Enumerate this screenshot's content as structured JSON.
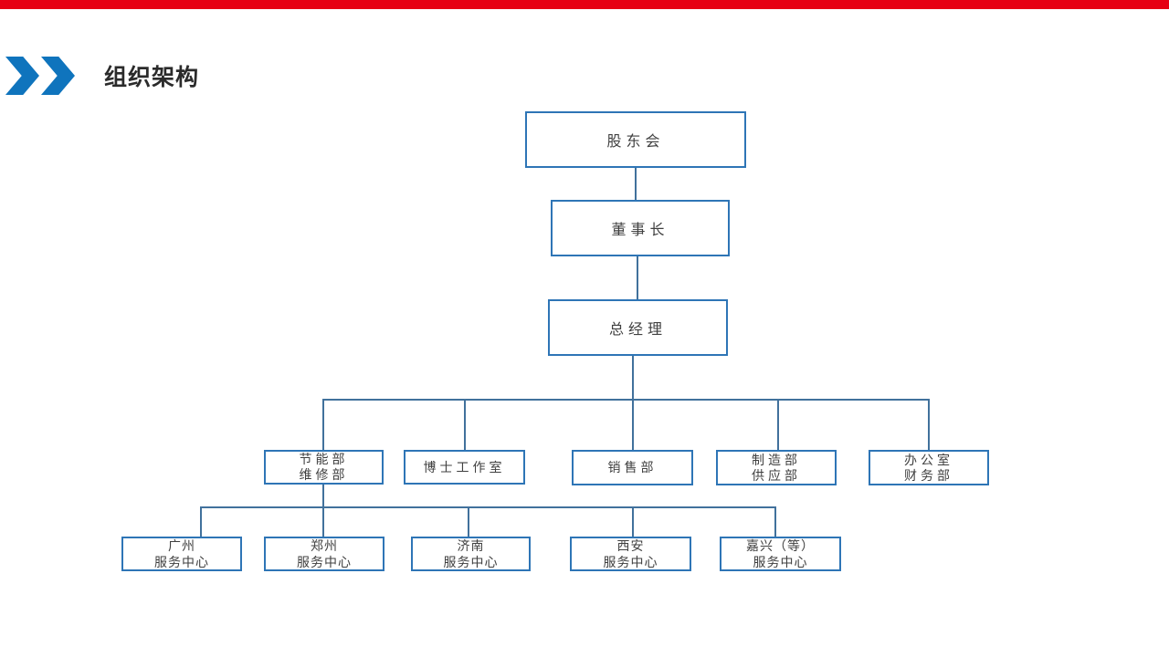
{
  "header": {
    "title": "组织架构",
    "accent_bar_color": "#e60012",
    "chevron_color": "#0f74bd",
    "title_color": "#2b2b2b"
  },
  "org_chart": {
    "box_border_color": "#2e75b6",
    "connector_color": "#41719c",
    "text_color": "#404040",
    "nodes": {
      "shareholders": {
        "label": "股东会"
      },
      "chairman": {
        "label": "董事长"
      },
      "general_manager": {
        "label": "总经理"
      },
      "dept_energy": {
        "line1": "节能部",
        "line2": "维修部"
      },
      "dept_doctor_studio": {
        "label": "博士工作室"
      },
      "dept_sales": {
        "label": "销售部"
      },
      "dept_manufacturing": {
        "line1": "制造部",
        "line2": "供应部"
      },
      "dept_office": {
        "line1": "办公室",
        "line2": "财务部"
      },
      "sc_guangzhou": {
        "line1": "广州",
        "line2": "服务中心"
      },
      "sc_zhengzhou": {
        "line1": "郑州",
        "line2": "服务中心"
      },
      "sc_jinan": {
        "line1": "济南",
        "line2": "服务中心"
      },
      "sc_xian": {
        "line1": "西安",
        "line2": "服务中心"
      },
      "sc_jiaxing": {
        "line1": "嘉兴（等）",
        "line2": "服务中心"
      }
    }
  }
}
